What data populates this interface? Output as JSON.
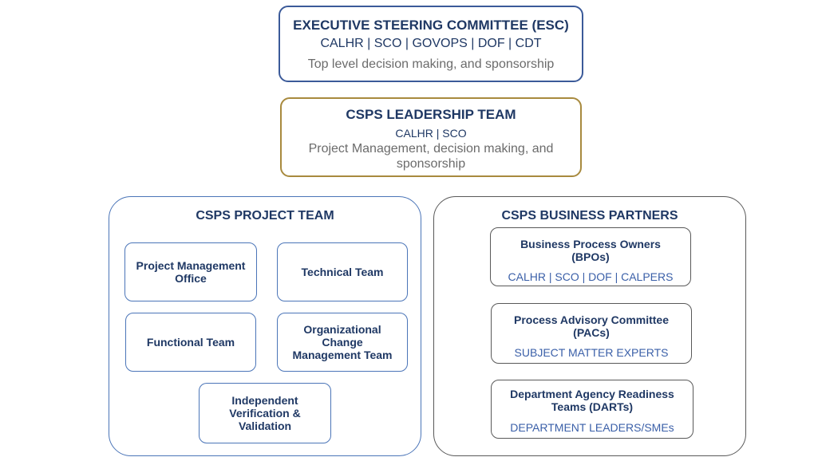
{
  "esc": {
    "title": "EXECUTIVE STEERING COMMITTEE (ESC)",
    "members": "CALHR | SCO | GOVOPS | DOF | CDT",
    "description": "Top level decision making, and sponsorship"
  },
  "leadership": {
    "title": "CSPS LEADERSHIP TEAM",
    "members": "CALHR | SCO",
    "description": "Project Management, decision making, and sponsorship"
  },
  "project_team": {
    "title": "CSPS PROJECT TEAM",
    "teams": [
      "Project Management Office",
      "Technical Team",
      "Functional Team",
      "Organizational Change Management Team",
      "Independent Verification & Validation"
    ]
  },
  "business_partners": {
    "title": "CSPS BUSINESS PARTNERS",
    "groups": [
      {
        "name": "Business Process Owners (BPOs)",
        "detail": "CALHR | SCO | DOF | CALPERS"
      },
      {
        "name": "Process Advisory Committee (PACs)",
        "detail": "SUBJECT MATTER EXPERTS"
      },
      {
        "name": "Department Agency Readiness Teams (DARTs)",
        "detail": "DEPARTMENT LEADERS/SMEs"
      }
    ]
  },
  "colors": {
    "navy": "#1f3864",
    "esc_border": "#3b5a99",
    "leadership_border": "#a88a3e",
    "partners_border": "#595959",
    "team_border": "#4b75b8"
  }
}
